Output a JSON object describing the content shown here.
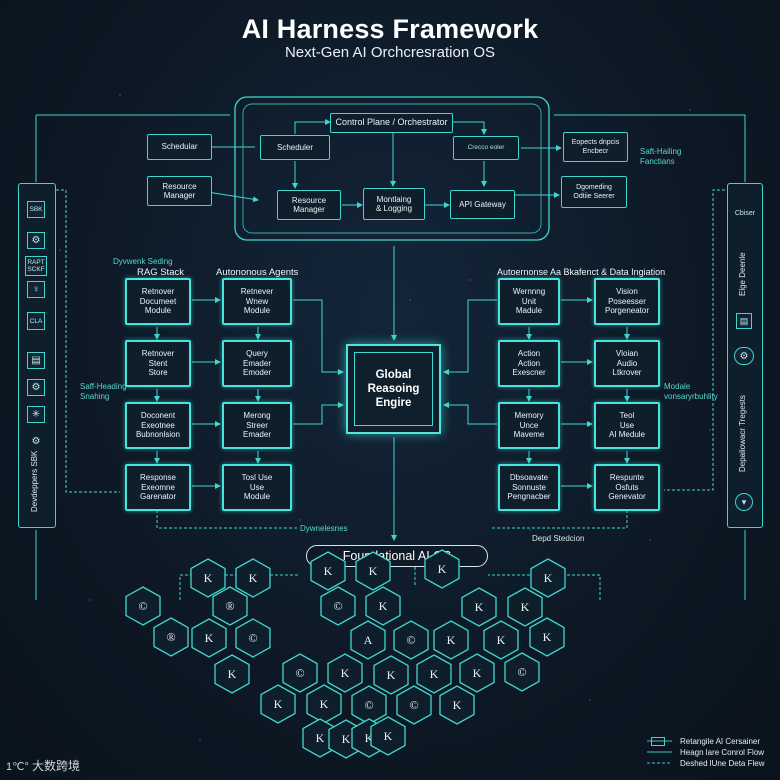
{
  "title": "AI Harness Framework",
  "subtitle": "Next-Gen AI Orchcresration OS",
  "orchestrator": {
    "control_plane": "Control Plane / Orchestrator",
    "scheduler_inner": "Scheduler",
    "resource_manager_inner": "Resource\nManager",
    "monitoring": "Montlaing\n& Logging",
    "api_gateway": "API Gateway",
    "check_box": "Crecco eoler"
  },
  "outer_left": {
    "scheduler": "Schedular",
    "resource_manager": "Resource\nManager"
  },
  "outer_right": {
    "box1": "Eopects dnpcis\nEncbecr",
    "box2": "Dgomeding\nOdtiie Seerer",
    "self_healing_right": "Saft-Hailing\nFanctians"
  },
  "left_panel": {
    "label": "Devdeppers SBK",
    "icons": [
      "SBK",
      "⚙",
      "RAPT\nSCKF",
      "♀",
      "CLA",
      "▤",
      "⚙",
      "✳",
      "⚙"
    ]
  },
  "right_panel": {
    "label_top": "Elge Deenle",
    "label_bottom": "Depaliowacr Tregests",
    "chip": "Cbiser"
  },
  "section_labels": {
    "dynamic_scaling": "Dyvwenk Seding",
    "rag_stack": "RAG Stack",
    "autonomous_agents": "Autononous Agents",
    "right_header": "Autoernonse Aa Bkafenct & Data Ingiation",
    "self_healing_left": "Saff-Heading\nSnahing",
    "module_right": "Modale\nvonsaryrbuhlity",
    "dynamic_bottom": "Dywnelesnes",
    "depd_stedcion": "Depd Stedcion"
  },
  "rag": [
    "Retnover\nDocumeet\nModule",
    "Retnover\nStent\nStore",
    "Doconent\nExeotnee\nBubnonlsion",
    "Response\nExeomne\nGarenator"
  ],
  "agents": [
    "Retnever\nWnew\nModule",
    "Query\nEmader\nEmoder",
    "Merong\nStreer\nEmader",
    "Tosl Use\nUse\nModule"
  ],
  "perception": [
    "Wernnng\nUnit\nMadule",
    "Action\nAction\nExescner",
    "Memory\nUnce\nMaveme",
    "Dbsoavate\nSonnuste\nPengnacber"
  ],
  "multimodal": [
    "Vision\nPoseesser\nPorgeneator",
    "Vloian\nAudio\nLtkrover",
    "Teol\nUse\nAI Medule",
    "Respunte\nOsfuts\nGenevator"
  ],
  "global_engine": "Global\nReasoing\nEngire",
  "foundation": {
    "label": "Foundational AI OS",
    "hex_glyphs": [
      "K",
      "K",
      "K",
      "K",
      "K",
      "K",
      "©",
      "®",
      "©",
      "K",
      "K",
      "K",
      "®",
      "K",
      "©",
      "A",
      "©",
      "K",
      "K",
      "K",
      "K",
      "©",
      "K",
      "K",
      "K",
      "K",
      "©",
      "K",
      "K",
      "©",
      "©",
      "K",
      "K",
      "K",
      "K",
      "K"
    ]
  },
  "legend": {
    "item1": "Retangile  AI Cersainer",
    "item2": "Heagn lare  Conrol Flow",
    "item3": "Deshed lUne  Deta Flew"
  },
  "watermark": "大数跨境"
}
